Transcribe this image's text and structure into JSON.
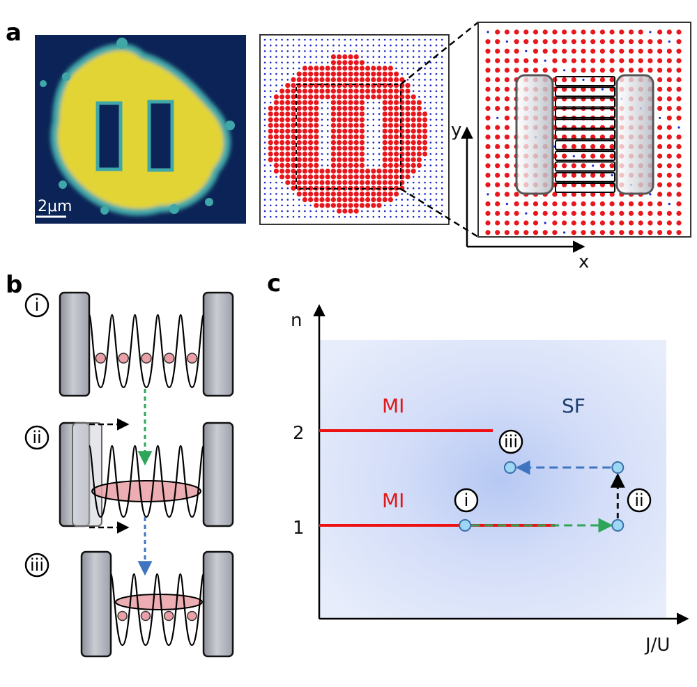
{
  "panel_labels": {
    "a": "a",
    "b": "b",
    "c": "c"
  },
  "panel_a": {
    "scale_bar_label": "2μm",
    "inset_axis_x": "x",
    "inset_axis_y": "y",
    "colors": {
      "image_bg": "#0b2356",
      "atom_fill": "#e3d434",
      "atom_edge": "#3fa7a8",
      "occupied_site": "#e8161d",
      "empty_site": "#1b27c8"
    }
  },
  "panel_b": {
    "steps": [
      "i",
      "ii",
      "iii"
    ],
    "colors": {
      "wall": "#b9bcc4",
      "atom": "#eaa0a6",
      "transfer_arrow": "#2fa55a",
      "step_arrow": "#3f74c0"
    }
  },
  "panel_c": {
    "chart_data": {
      "type": "line",
      "xlabel": "J/U",
      "ylabel": "n",
      "y_ticks": [
        "1",
        "2"
      ],
      "phase_labels": [
        {
          "text": "MI",
          "region": "n=2 plateau"
        },
        {
          "text": "MI",
          "region": "n=1 plateau"
        },
        {
          "text": "SF",
          "region": "superfluid"
        }
      ],
      "mi_lines": [
        {
          "n": 2,
          "j_u_end_fraction": 0.5
        },
        {
          "n": 1,
          "j_u_end_fraction": 0.68
        }
      ],
      "path_points": [
        {
          "label": "i",
          "j_u_fraction": 0.42,
          "n": 1.0
        },
        {
          "label": "ii",
          "j_u_fraction": 0.86,
          "n": 1.0
        },
        {
          "label": "",
          "j_u_fraction": 0.86,
          "n": 1.61
        },
        {
          "label": "iii",
          "j_u_fraction": 0.55,
          "n": 1.61
        }
      ],
      "colors": {
        "mi_line": "#ee1111",
        "path_i_ii": "#2fa55a",
        "path_ii_up": "#111111",
        "path_back": "#3f74c0",
        "point": "#9ed6f5",
        "bg": "#dbe4fa"
      }
    }
  }
}
